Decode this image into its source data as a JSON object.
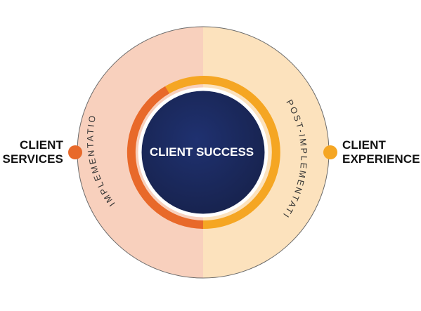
{
  "diagram": {
    "center_label": "CLIENT SUCCESS",
    "left_arc_label": "IMPLEMENTATION",
    "right_arc_label": "POST-IMPLEMENTATION",
    "left_side": {
      "line1": "CLIENT",
      "line2": "SERVICES"
    },
    "right_side": {
      "line1": "CLIENT",
      "line2": "EXPERIENCE"
    }
  },
  "colors": {
    "left_half_fill": "#f8d0bd",
    "right_half_fill": "#fce2bd",
    "outline": "#6a6a6a",
    "left_ring": "#e8692a",
    "right_ring": "#f5a623",
    "left_dot": "#e8692a",
    "right_dot": "#f5a623",
    "center_fill": "#1b2a5c",
    "center_text": "#ffffff",
    "arc_text": "#333333"
  }
}
